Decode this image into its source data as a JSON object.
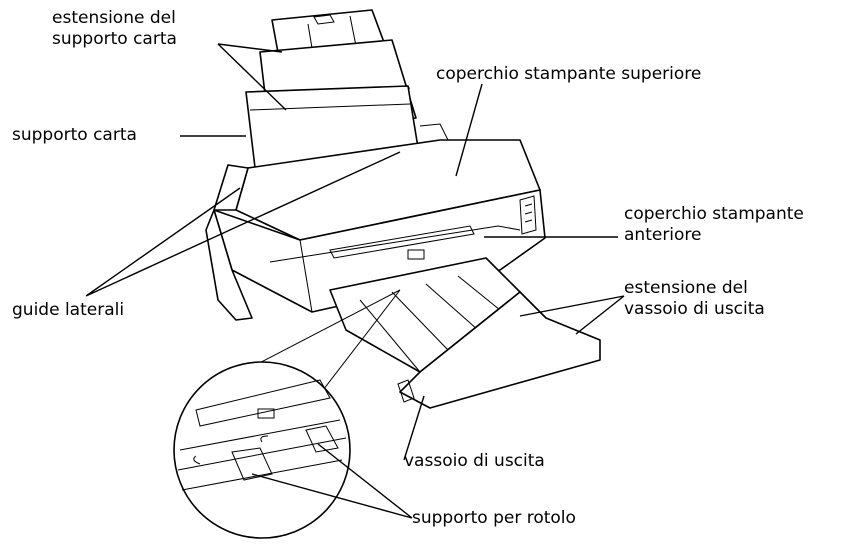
{
  "labels": {
    "paper_support_ext_line1": "estensione del",
    "paper_support_ext_line2": "supporto carta",
    "paper_support": "supporto carta",
    "top_cover": "coperchio stampante superiore",
    "front_cover_line1": "coperchio stampante",
    "front_cover_line2": "anteriore",
    "output_tray_ext_line1": "estensione del",
    "output_tray_ext_line2": "vassoio di uscita",
    "edge_guides": "guide laterali",
    "output_tray": "vassoio di uscita",
    "roll_support": "supporto per rotolo"
  }
}
